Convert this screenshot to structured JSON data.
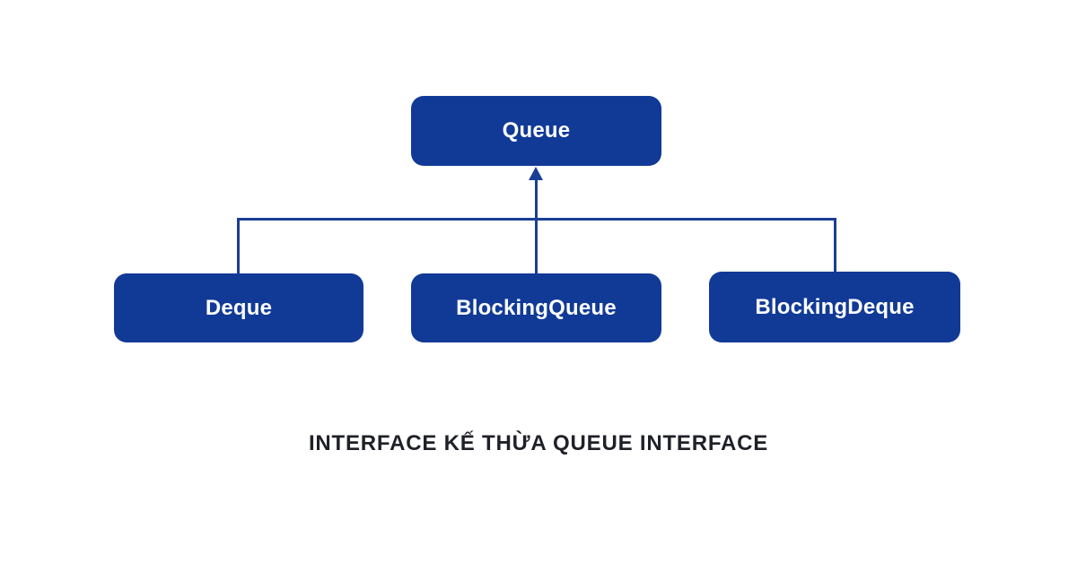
{
  "diagram": {
    "type": "inheritance-hierarchy",
    "caption": "INTERFACE KẾ THỪA QUEUE INTERFACE",
    "colors": {
      "box_fill": "#113a97",
      "box_text": "#ffffff",
      "line": "#1b3e94",
      "caption_text": "#1f2128",
      "background": "#ffffff"
    },
    "nodes": {
      "parent": {
        "label": "Queue"
      },
      "children": [
        {
          "label": "Deque"
        },
        {
          "label": "BlockingQueue"
        },
        {
          "label": "BlockingDeque"
        }
      ]
    },
    "edges": [
      {
        "from": "Deque",
        "to": "Queue",
        "style": "elbow"
      },
      {
        "from": "BlockingQueue",
        "to": "Queue",
        "style": "straight-arrow-up"
      },
      {
        "from": "BlockingDeque",
        "to": "Queue",
        "style": "elbow"
      }
    ]
  }
}
